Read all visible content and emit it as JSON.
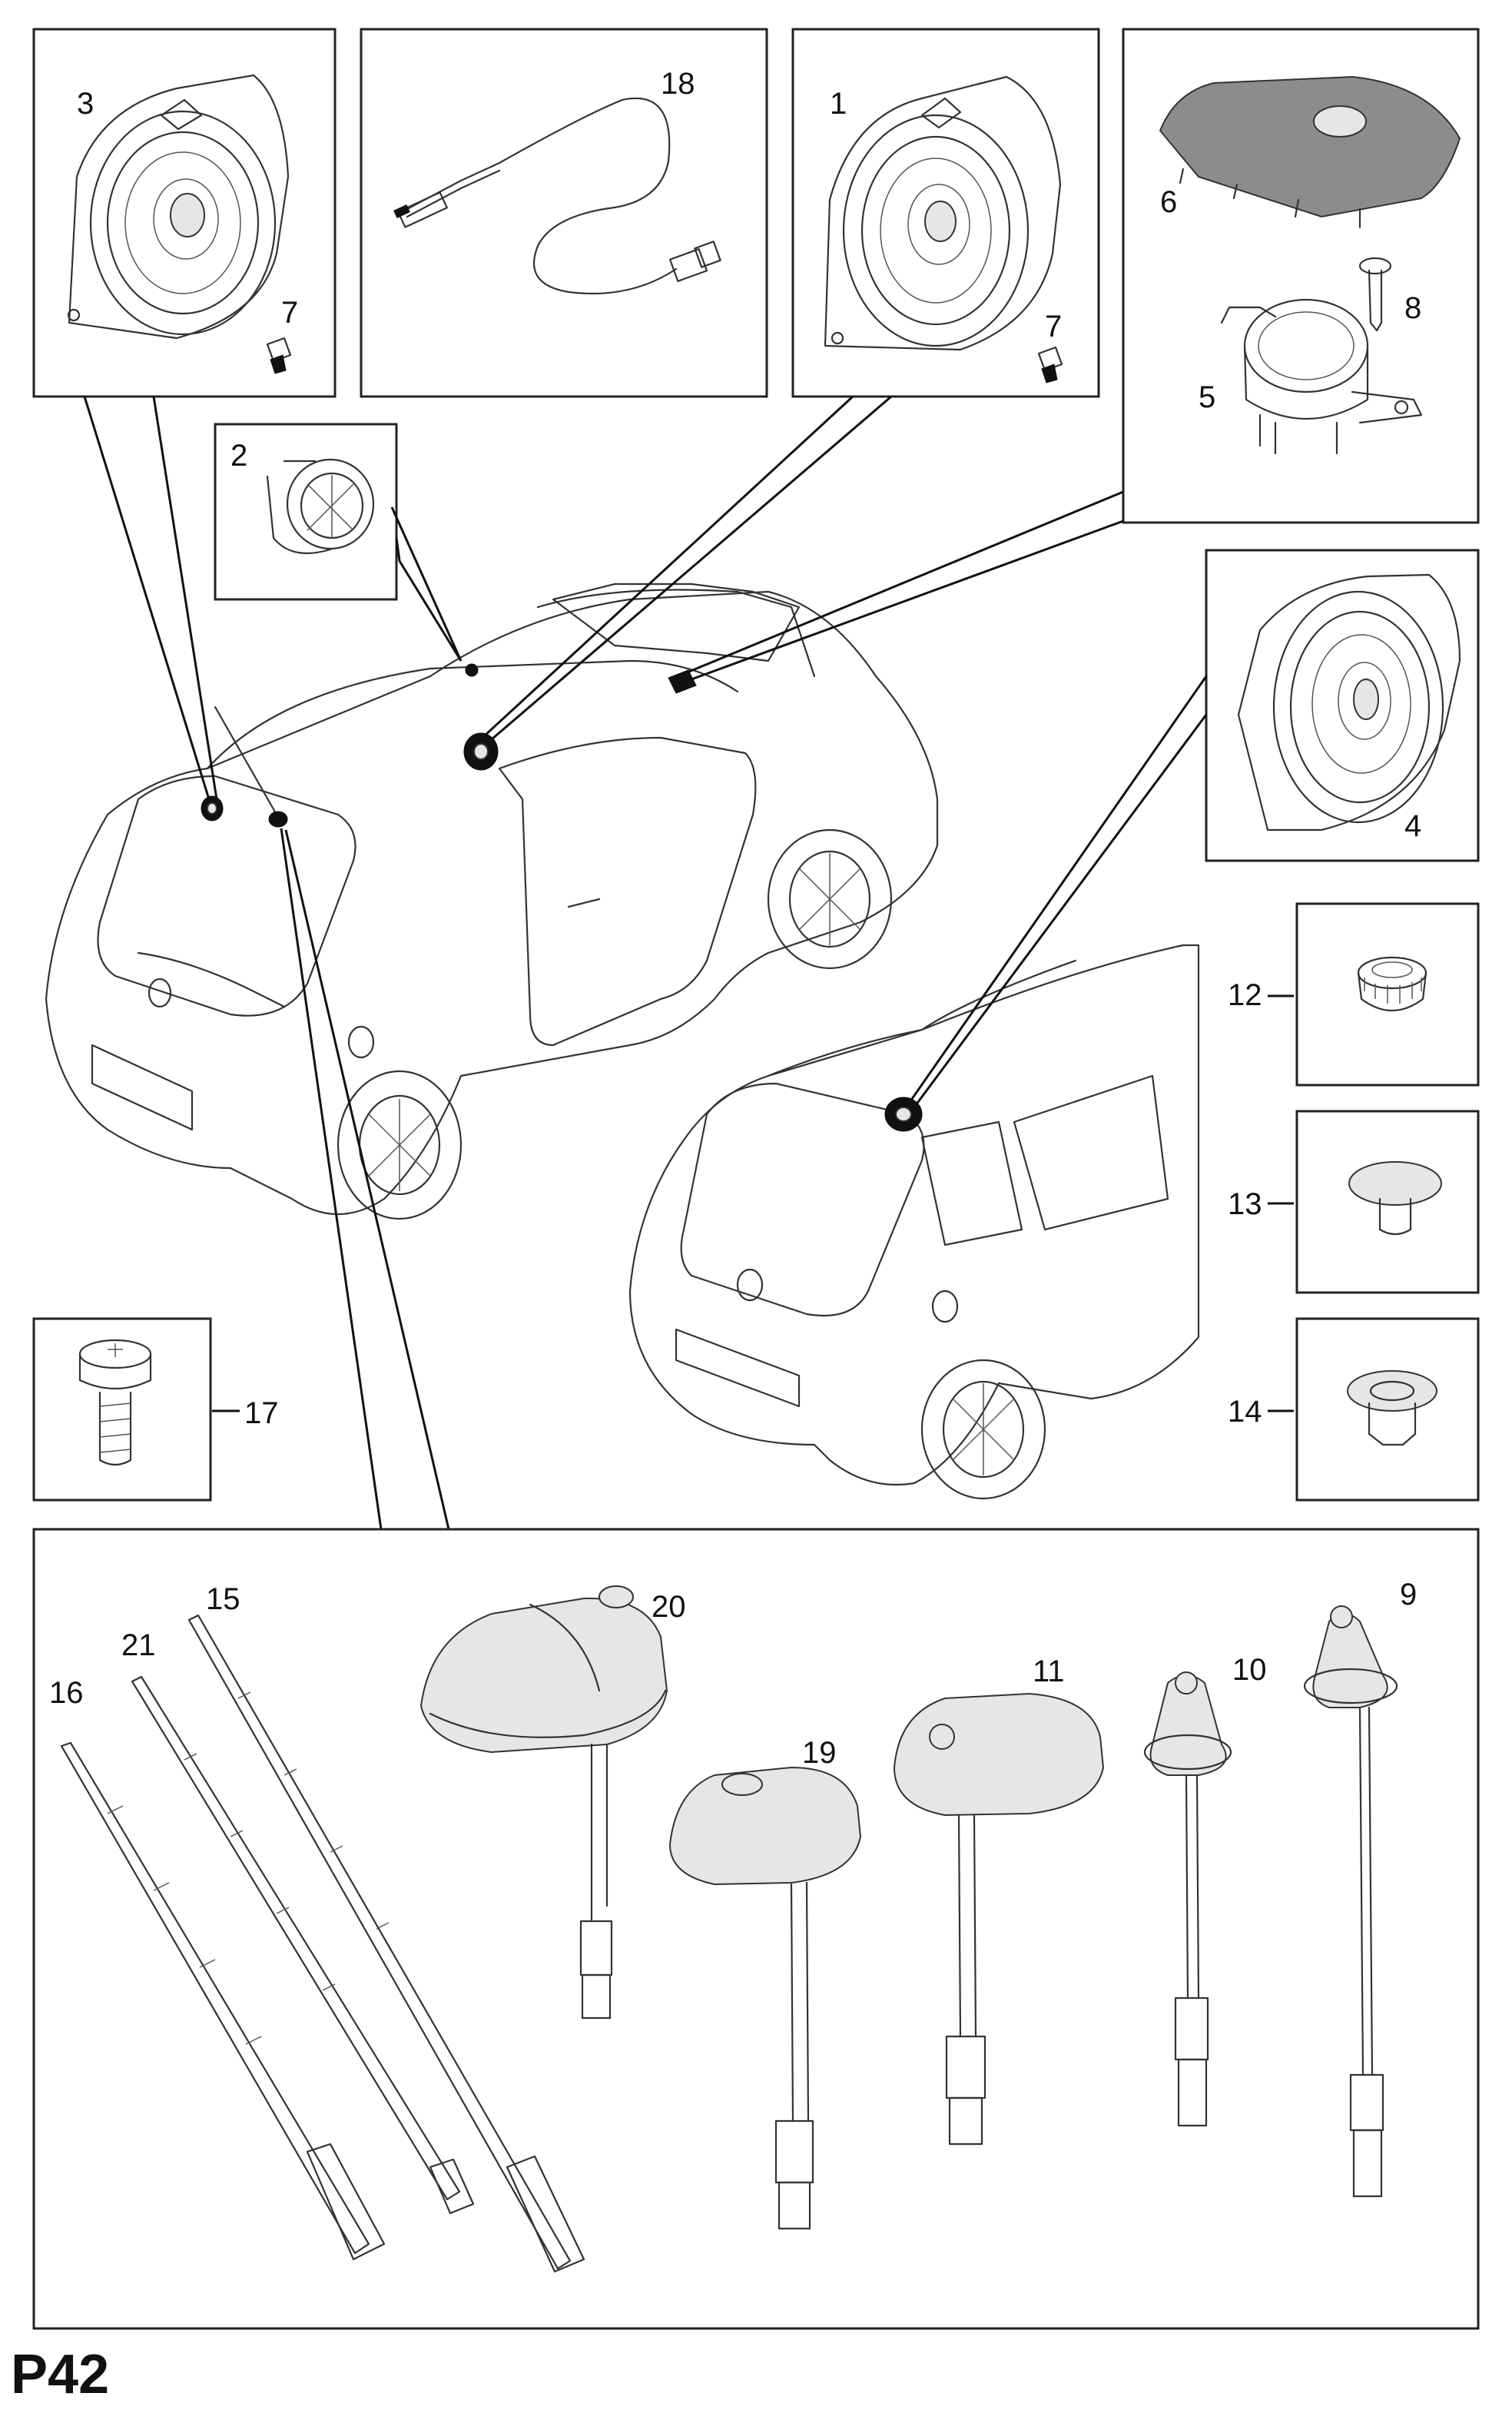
{
  "page_code": "P42",
  "callouts": {
    "c1": "1",
    "c2": "2",
    "c3": "3",
    "c4": "4",
    "c5": "5",
    "c6": "6",
    "c7a": "7",
    "c7b": "7",
    "c8": "8",
    "c9": "9",
    "c10": "10",
    "c11": "11",
    "c12": "12",
    "c13": "13",
    "c14": "14",
    "c15": "15",
    "c16": "16",
    "c17": "17",
    "c18": "18",
    "c19": "19",
    "c20": "20",
    "c21": "21"
  }
}
